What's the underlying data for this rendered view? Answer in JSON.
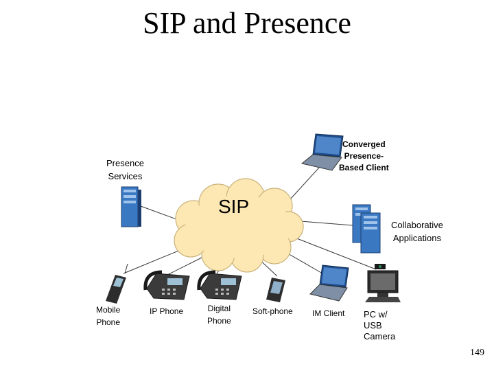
{
  "title": "SIP and Presence",
  "cloud_label": "SIP",
  "page_number": "149",
  "nodes": {
    "presence_services": "Presence\nServices",
    "converged_client": "Converged\nPresence-\nBased Client",
    "collaborative_apps": "Collaborative\nApplications",
    "mobile_phone": "Mobile\nPhone",
    "ip_phone": "IP Phone",
    "digital_phone": "Digital\nPhone",
    "soft_phone": "Soft-phone",
    "im_client": "IM Client",
    "pc_camera": "PC w/\nUSB\nCamera"
  },
  "colors": {
    "cloud": "#fde7b3",
    "server": "#3a78c2",
    "laptop": "#1f4e8c",
    "phone": "#2d2d2d",
    "phone_screen": "#9ec1d6"
  }
}
